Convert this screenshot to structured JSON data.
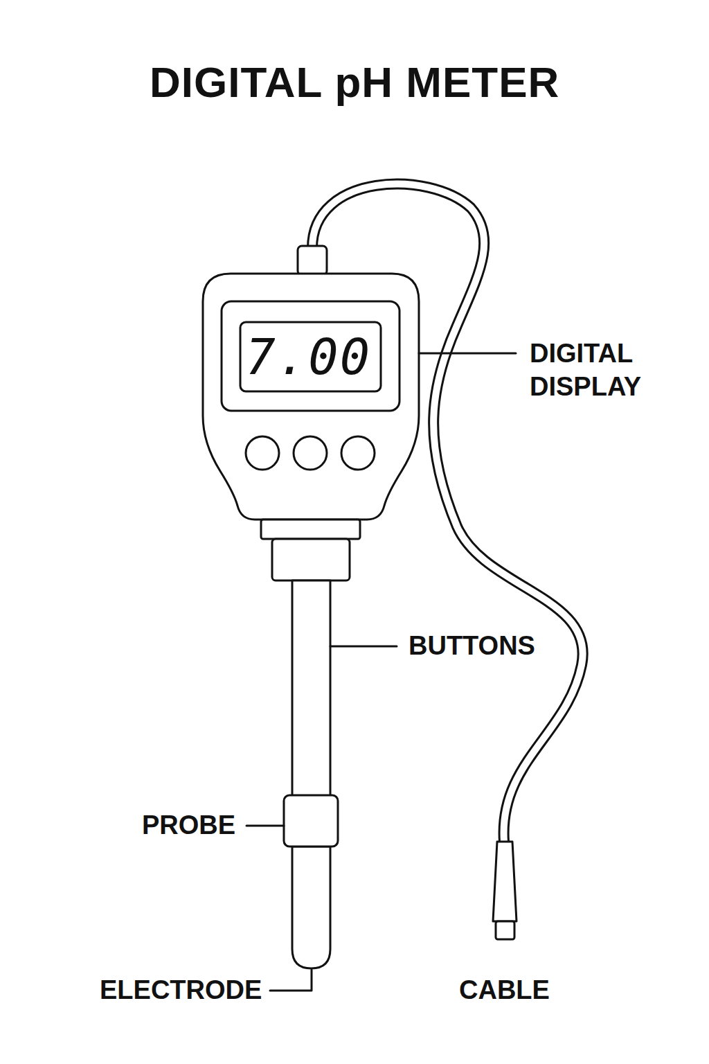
{
  "diagram": {
    "title": "DIGITAL pH METER",
    "nodes": [
      {
        "text": [
          "7.00"
        ]
      }
    ],
    "labels": [
      "DIGITAL DISPLAY",
      "BUTTONS",
      "PROBE",
      "ELECTRODE",
      "CABLE"
    ]
  }
}
